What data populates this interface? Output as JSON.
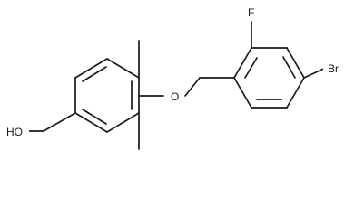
{
  "diagram": {
    "type": "chemical-structure",
    "labels": {
      "hydroxyl": "HO",
      "ether_oxygen": "O",
      "fluorine": "F",
      "bromine": "Br"
    },
    "colors": {
      "bond": "#1a1a1a",
      "label": "#1a1a1a",
      "background": "#ffffff"
    }
  }
}
